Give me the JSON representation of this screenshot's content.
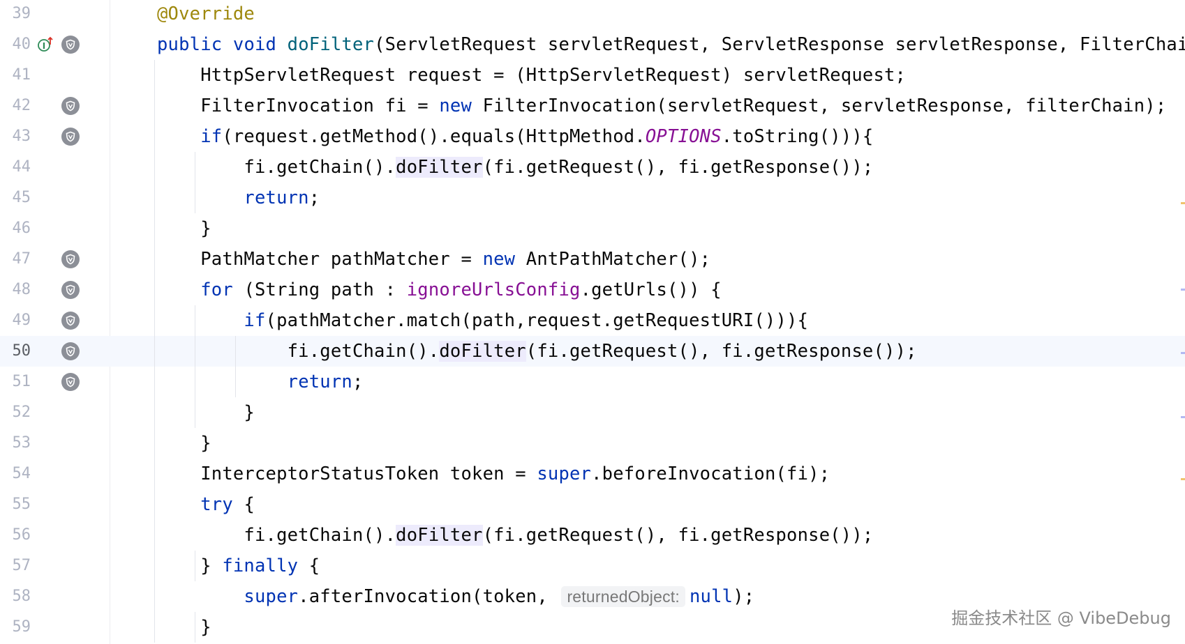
{
  "editor": {
    "lines": [
      {
        "num": "39",
        "icon": "",
        "segs": [
          {
            "t": "@Override",
            "c": "ann"
          }
        ]
      },
      {
        "num": "40",
        "icon": "implements-and-spring",
        "segs": [
          {
            "t": "public",
            "c": "kw"
          },
          {
            "t": " "
          },
          {
            "t": "void",
            "c": "kw"
          },
          {
            "t": " "
          },
          {
            "t": "doFilter",
            "c": "fn"
          },
          {
            "t": "(ServletRequest servletRequest, ServletResponse servletResponse, FilterChain"
          }
        ]
      },
      {
        "num": "41",
        "icon": "",
        "segs": [
          {
            "t": "    HttpServletRequest request = (HttpServletRequest) servletRequest;"
          }
        ]
      },
      {
        "num": "42",
        "icon": "shield",
        "segs": [
          {
            "t": "    FilterInvocation fi = "
          },
          {
            "t": "new",
            "c": "kw"
          },
          {
            "t": " FilterInvocation(servletRequest, servletResponse, filterChain);"
          }
        ]
      },
      {
        "num": "43",
        "icon": "shield",
        "segs": [
          {
            "t": "    "
          },
          {
            "t": "if",
            "c": "kw"
          },
          {
            "t": "(request.getMethod().equals(HttpMethod."
          },
          {
            "t": "OPTIONS",
            "c": "const"
          },
          {
            "t": ".toString())){"
          }
        ]
      },
      {
        "num": "44",
        "icon": "",
        "segs": [
          {
            "t": "        fi.getChain()."
          },
          {
            "t": "doFilter",
            "c": "hl"
          },
          {
            "t": "(fi.getRequest(), fi.getResponse());"
          }
        ]
      },
      {
        "num": "45",
        "icon": "",
        "segs": [
          {
            "t": "        "
          },
          {
            "t": "return",
            "c": "kw"
          },
          {
            "t": ";"
          }
        ]
      },
      {
        "num": "46",
        "icon": "",
        "segs": [
          {
            "t": "    }"
          }
        ]
      },
      {
        "num": "47",
        "icon": "shield",
        "segs": [
          {
            "t": "    PathMatcher pathMatcher = "
          },
          {
            "t": "new",
            "c": "kw"
          },
          {
            "t": " AntPathMatcher();"
          }
        ]
      },
      {
        "num": "48",
        "icon": "shield",
        "segs": [
          {
            "t": "    "
          },
          {
            "t": "for",
            "c": "kw"
          },
          {
            "t": " (String path : "
          },
          {
            "t": "ignoreUrlsConfig",
            "c": "field"
          },
          {
            "t": ".getUrls()) {"
          }
        ]
      },
      {
        "num": "49",
        "icon": "shield",
        "segs": [
          {
            "t": "        "
          },
          {
            "t": "if",
            "c": "kw"
          },
          {
            "t": "(pathMatcher.match(path,request.getRequestURI())){"
          }
        ]
      },
      {
        "num": "50",
        "icon": "shield",
        "current": true,
        "segs": [
          {
            "t": "            fi.getChain()."
          },
          {
            "t": "doFilter",
            "c": "hl"
          },
          {
            "t": "(fi.getRequest(), fi.getResponse());"
          }
        ]
      },
      {
        "num": "51",
        "icon": "shield",
        "segs": [
          {
            "t": "            "
          },
          {
            "t": "return",
            "c": "kw"
          },
          {
            "t": ";"
          }
        ]
      },
      {
        "num": "52",
        "icon": "",
        "segs": [
          {
            "t": "        }"
          }
        ]
      },
      {
        "num": "53",
        "icon": "",
        "segs": [
          {
            "t": "    }"
          }
        ]
      },
      {
        "num": "54",
        "icon": "",
        "segs": [
          {
            "t": "    InterceptorStatusToken token = "
          },
          {
            "t": "super",
            "c": "kw"
          },
          {
            "t": ".beforeInvocation(fi);"
          }
        ]
      },
      {
        "num": "55",
        "icon": "",
        "segs": [
          {
            "t": "    "
          },
          {
            "t": "try",
            "c": "kw"
          },
          {
            "t": " {"
          }
        ]
      },
      {
        "num": "56",
        "icon": "",
        "segs": [
          {
            "t": "        fi.getChain()."
          },
          {
            "t": "doFilter",
            "c": "hl"
          },
          {
            "t": "(fi.getRequest(), fi.getResponse());"
          }
        ]
      },
      {
        "num": "57",
        "icon": "",
        "segs": [
          {
            "t": "    } "
          },
          {
            "t": "finally",
            "c": "kw"
          },
          {
            "t": " {"
          }
        ]
      },
      {
        "num": "58",
        "icon": "",
        "segs": [
          {
            "t": "        "
          },
          {
            "t": "super",
            "c": "kw"
          },
          {
            "t": ".afterInvocation(token, "
          },
          {
            "t": "returnedObject:",
            "c": "hint"
          },
          {
            "t": "null",
            "c": "kw"
          },
          {
            "t": ");"
          }
        ]
      },
      {
        "num": "59",
        "icon": "",
        "segs": [
          {
            "t": "    }"
          }
        ]
      }
    ]
  },
  "watermark": "掘金技术社区 @ VibeDebug",
  "colors": {
    "keyword": "#0033b3",
    "annotation": "#9e880d",
    "field": "#871094",
    "current_line": "#f5f8fe"
  }
}
